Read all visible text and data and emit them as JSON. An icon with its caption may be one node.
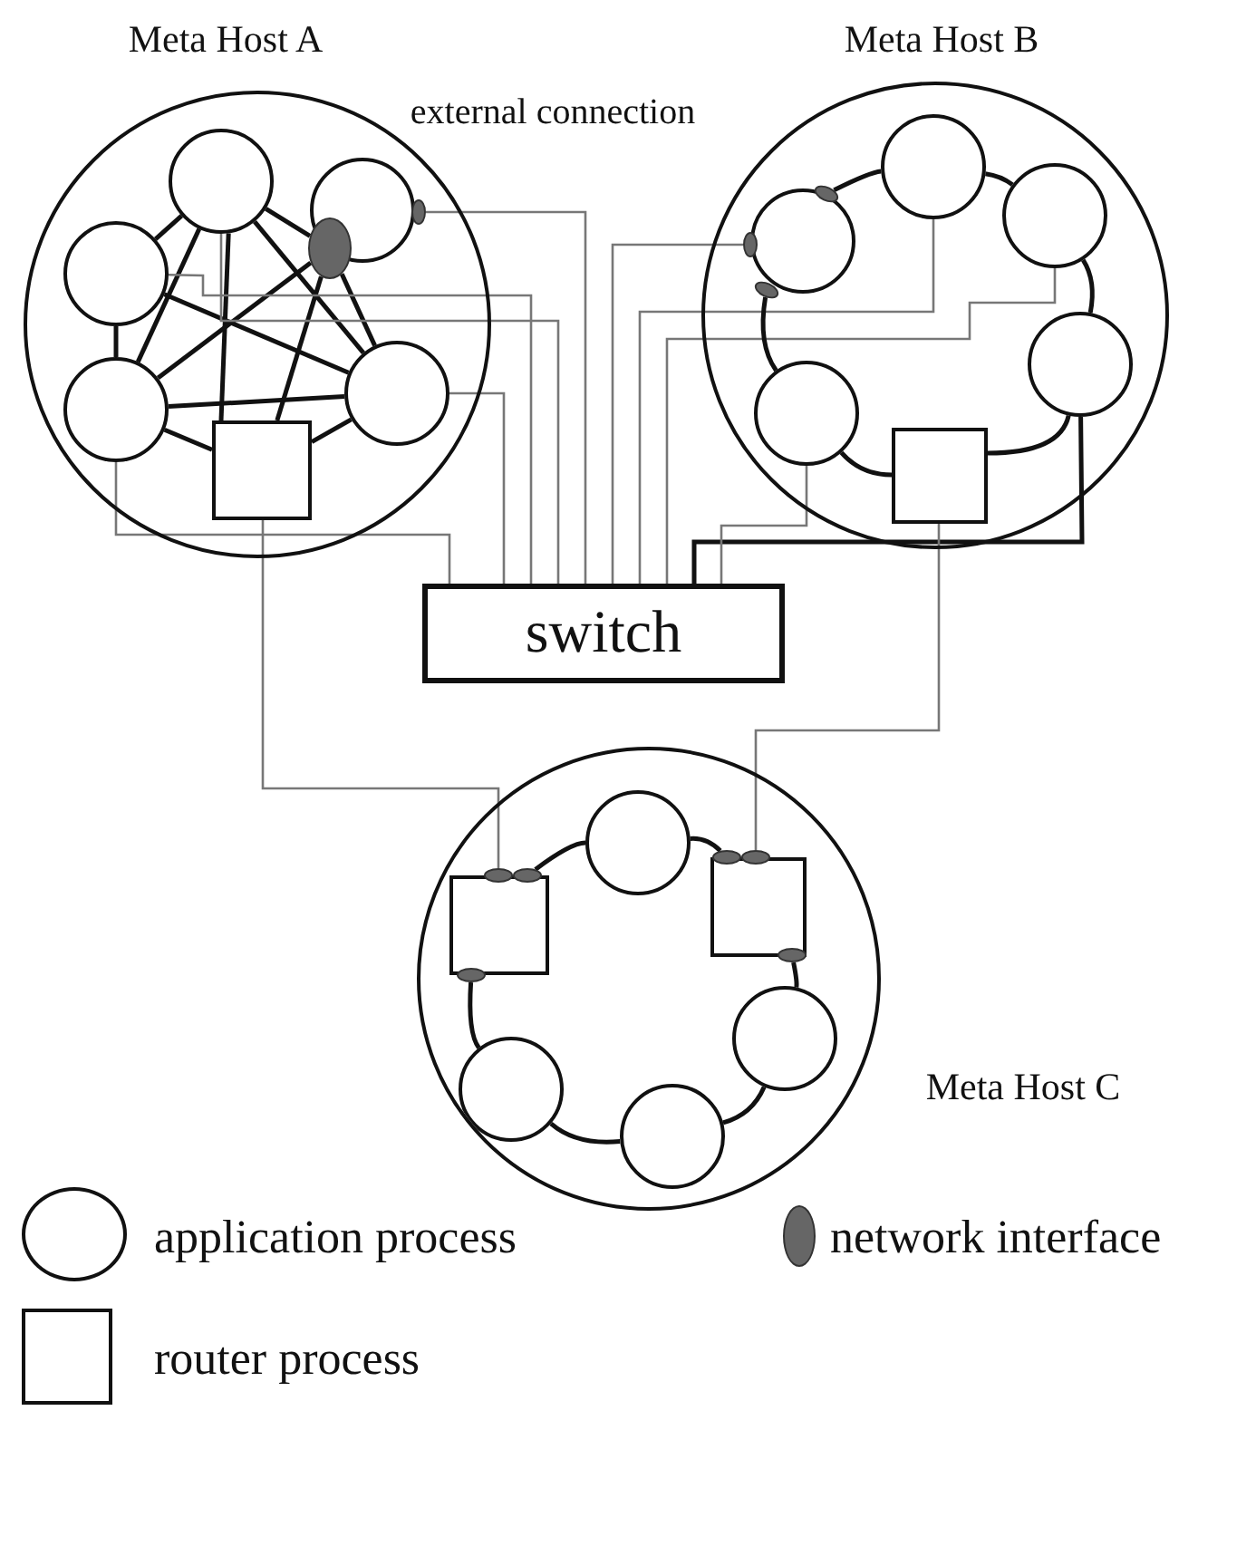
{
  "diagram": {
    "nodes": [
      {
        "text": [
          "Meta Host A"
        ]
      },
      {
        "text": [],
        "shape": "circle",
        "in": 0
      },
      {
        "text": [],
        "shape": "circle",
        "in": 0
      },
      {
        "text": [],
        "shape": "ellipse",
        "in": 0
      },
      {
        "text": [],
        "shape": "ellipse",
        "in": 0
      },
      {
        "text": [],
        "shape": "circle",
        "in": 0
      },
      {
        "text": [],
        "shape": "circle",
        "in": 0
      },
      {
        "text": [],
        "shape": "circle",
        "in": 0
      },
      {
        "text": [],
        "shape": "box",
        "in": 0
      },
      {
        "text": [
          "Meta Host B"
        ]
      },
      {
        "text": [],
        "shape": "circle",
        "in": 9
      },
      {
        "text": [],
        "shape": "ellipse",
        "in": 9
      },
      {
        "text": [],
        "shape": "ellipse",
        "in": 9
      },
      {
        "text": [],
        "shape": "circle",
        "in": 9
      },
      {
        "text": [],
        "shape": "ellipse",
        "in": 9
      },
      {
        "text": [],
        "shape": "circle",
        "in": 9
      },
      {
        "text": [],
        "shape": "circle",
        "in": 9
      },
      {
        "text": [],
        "shape": "circle",
        "in": 9
      },
      {
        "text": [],
        "shape": "box",
        "in": 9
      },
      {
        "text": [
          "switch"
        ]
      },
      {
        "text": [
          "Meta Host C"
        ]
      },
      {
        "text": [],
        "shape": "circle",
        "in": 20
      },
      {
        "text": [],
        "shape": "box",
        "in": 20
      },
      {
        "text": [],
        "shape": "ellipse",
        "in": 20
      },
      {
        "text": [],
        "shape": "ellipse",
        "in": 20
      },
      {
        "text": [],
        "shape": "ellipse",
        "in": 20
      },
      {
        "text": [],
        "shape": "box",
        "in": 20
      },
      {
        "text": [],
        "shape": "ellipse",
        "in": 20
      },
      {
        "text": [],
        "shape": "ellipse",
        "in": 20
      },
      {
        "text": [],
        "shape": "ellipse",
        "in": 20
      },
      {
        "text": [],
        "shape": "circle",
        "in": 20
      },
      {
        "text": [],
        "shape": "circle",
        "in": 20
      },
      {
        "text": [],
        "shape": "circle",
        "in": 20
      }
    ],
    "edges": [
      {
        "from": 1,
        "to": 5,
        "arrow": "none"
      },
      {
        "from": 1,
        "to": 6,
        "arrow": "none"
      },
      {
        "from": 1,
        "to": 8,
        "arrow": "none"
      },
      {
        "from": 1,
        "to": 7,
        "arrow": "none"
      },
      {
        "from": 1,
        "to": 3,
        "arrow": "none"
      },
      {
        "from": 5,
        "to": 6,
        "arrow": "none"
      },
      {
        "from": 5,
        "to": 7,
        "arrow": "none"
      },
      {
        "from": 6,
        "to": 3,
        "arrow": "none"
      },
      {
        "from": 6,
        "to": 7,
        "arrow": "none"
      },
      {
        "from": 6,
        "to": 8,
        "arrow": "none"
      },
      {
        "from": 8,
        "to": 3,
        "arrow": "none"
      },
      {
        "from": 7,
        "to": 3,
        "arrow": "none"
      },
      {
        "from": 8,
        "to": 7,
        "arrow": "none"
      },
      {
        "from": 6,
        "to": 19,
        "arrow": "none",
        "color": "#777777"
      },
      {
        "from": 8,
        "to": 23,
        "arrow": "none",
        "color": "#777777"
      },
      {
        "from": 7,
        "to": 19,
        "arrow": "none",
        "color": "#777777"
      },
      {
        "from": 5,
        "to": 19,
        "arrow": "none",
        "color": "#777777"
      },
      {
        "from": 1,
        "to": 19,
        "arrow": "none",
        "color": "#777777"
      },
      {
        "from": 4,
        "to": 19,
        "arrow": "none",
        "color": "#777777"
      },
      {
        "from": 12,
        "to": 19,
        "arrow": "none",
        "color": "#777777"
      },
      {
        "from": 10,
        "to": 19,
        "arrow": "none",
        "color": "#777777"
      },
      {
        "from": 15,
        "to": 19,
        "arrow": "none",
        "color": "#777777"
      },
      {
        "from": 16,
        "to": 19,
        "arrow": "none"
      },
      {
        "from": 17,
        "to": 19,
        "arrow": "none",
        "color": "#777777"
      },
      {
        "from": 18,
        "to": 28,
        "arrow": "none",
        "color": "#777777"
      },
      {
        "from": 11,
        "to": 10,
        "arrow": "none"
      },
      {
        "from": 10,
        "to": 15,
        "arrow": "none"
      },
      {
        "from": 15,
        "to": 16,
        "arrow": "none"
      },
      {
        "from": 16,
        "to": 18,
        "arrow": "none"
      },
      {
        "from": 18,
        "to": 17,
        "arrow": "none"
      },
      {
        "from": 17,
        "to": 14,
        "arrow": "none"
      },
      {
        "from": 24,
        "to": 21,
        "arrow": "none"
      },
      {
        "from": 21,
        "to": 27,
        "arrow": "none"
      },
      {
        "from": 29,
        "to": 30,
        "arrow": "none"
      },
      {
        "from": 30,
        "to": 32,
        "arrow": "none"
      },
      {
        "from": 32,
        "to": 31,
        "arrow": "none"
      },
      {
        "from": 31,
        "to": 25,
        "arrow": "none"
      }
    ],
    "labels": [
      "external connection"
    ],
    "legend": [
      {
        "text": "application process"
      },
      {
        "text": "network interface"
      },
      {
        "text": "router process"
      }
    ]
  }
}
